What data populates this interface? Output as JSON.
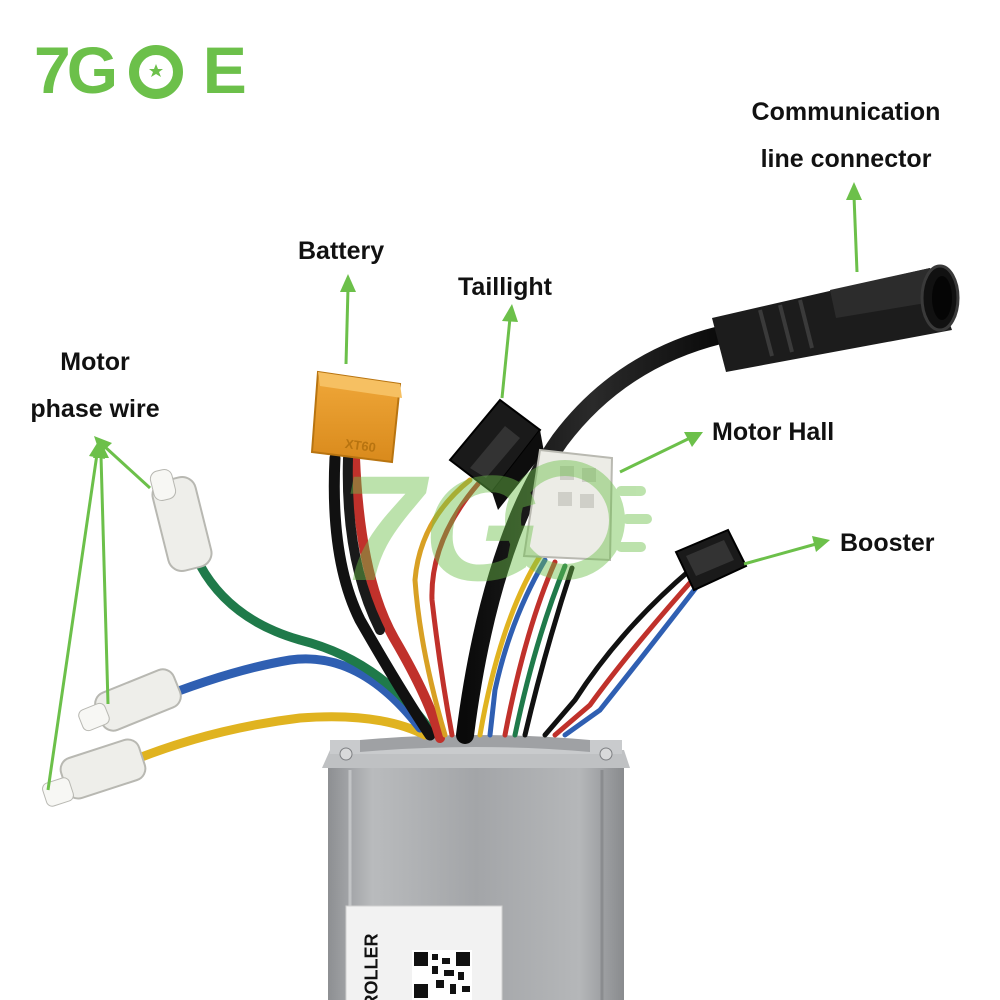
{
  "brand": {
    "logo_text_left": "7G",
    "logo_text_right": "E",
    "color": "#6cc04a"
  },
  "labels": {
    "communication_line1": "Communication",
    "communication_line2": "line connector",
    "battery": "Battery",
    "taillight": "Taillight",
    "motor_phase_line1": "Motor",
    "motor_phase_line2": "phase wire",
    "motor_hall": "Motor Hall",
    "booster": "Booster"
  },
  "product_print": {
    "connector_marking": "XT60",
    "controller_label": "ROLLER"
  },
  "colors": {
    "arrow": "#6cc04a",
    "label_text": "#111111",
    "housing": "#a7a9ab"
  }
}
